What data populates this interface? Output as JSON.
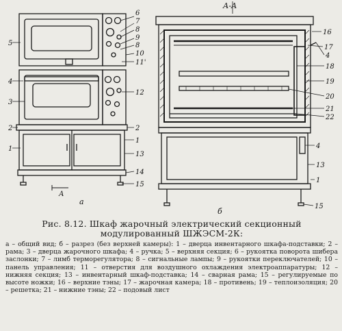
{
  "figure": {
    "section_label": "А-А",
    "subfig_a": "а",
    "subfig_b": "б",
    "left_callouts": [
      "5",
      "4",
      "3",
      "2",
      "1"
    ],
    "right_callouts_a": [
      "6",
      "7",
      "8",
      "9",
      "8",
      "10",
      "11'",
      "12",
      "2",
      "1",
      "13",
      "14",
      "15"
    ],
    "arrow_a": "А",
    "callouts_b": [
      "16",
      "17",
      "4",
      "18",
      "19",
      "20",
      "21",
      "22",
      "4",
      "13",
      "1",
      "15"
    ]
  },
  "caption": {
    "title": "Рис. 8.12. Шкаф жарочный электрический секционный модулированный ШЖЭСМ-2К:",
    "legend": "а – общий вид; б – разрез (без верхней камеры): 1 – дверца инвентарного шкафа-подставки; 2 – рама; 3 – дверца жарочного шкафа; 4 – ручка; 5 – верхняя секция; 6 – рукоятка поворота шибера заслонки; 7 – лимб терморегулятора; 8 – сигнальные лампы; 9 – рукоятки переключателей; 10 – панель управления; 11 – отверстия для воздушного охлаждения электроаппаратуры; 12 – нижняя секция; 13 – инвентарный шкаф-подставка; 14 – сварная рама; 15 – регулируемые по высоте ножки; 16 – верхние тэны; 17 – жарочная камера; 18 – противень; 19 – теплоизоляция; 20 – решетка; 21 – нижние тэны; 22 – подовый лист"
  }
}
